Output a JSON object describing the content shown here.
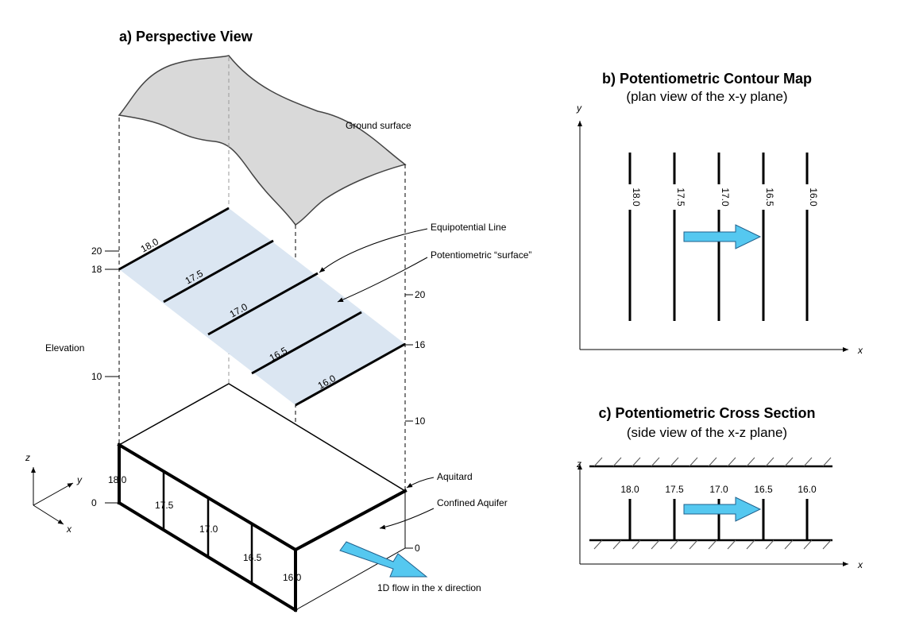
{
  "panel_a": {
    "title": "a) Perspective View",
    "ground_label": "Ground surface",
    "equipotential_label": "Equipotential Line",
    "surface_label": "Potentiometric “surface”",
    "elevation_label": "Elevation",
    "aquitard_label": "Aquitard",
    "confined_label": "Confined Aquifer",
    "flow_label": "1D flow in the x direction",
    "surface_heads": [
      "18.0",
      "17.5",
      "17.0",
      "16.5",
      "16.0"
    ],
    "aquifer_heads": [
      "18.0",
      "17.5",
      "17.0",
      "16.5",
      "16.0"
    ],
    "left_ticks": [
      "20",
      "18",
      "10",
      "0"
    ],
    "right_ticks": [
      "20",
      "16",
      "10",
      "0"
    ],
    "axes": {
      "z": "z",
      "y": "y",
      "x": "x"
    }
  },
  "panel_b": {
    "title": "b) Potentiometric Contour Map",
    "subtitle": "(plan view of the x-y plane)",
    "y_axis": "y",
    "x_axis": "x",
    "contours": [
      "18.0",
      "17.5",
      "17.0",
      "16.5",
      "16.0"
    ]
  },
  "panel_c": {
    "title": "c) Potentiometric Cross Section",
    "subtitle": "(side view of the x-z plane)",
    "z_axis": "z",
    "x_axis": "x",
    "heads": [
      "18.0",
      "17.5",
      "17.0",
      "16.5",
      "16.0"
    ]
  },
  "colors": {
    "surface_fill": "#dbe6f2",
    "ground_fill": "#d9d9d9",
    "arrow_fill": "#55c8f0"
  }
}
